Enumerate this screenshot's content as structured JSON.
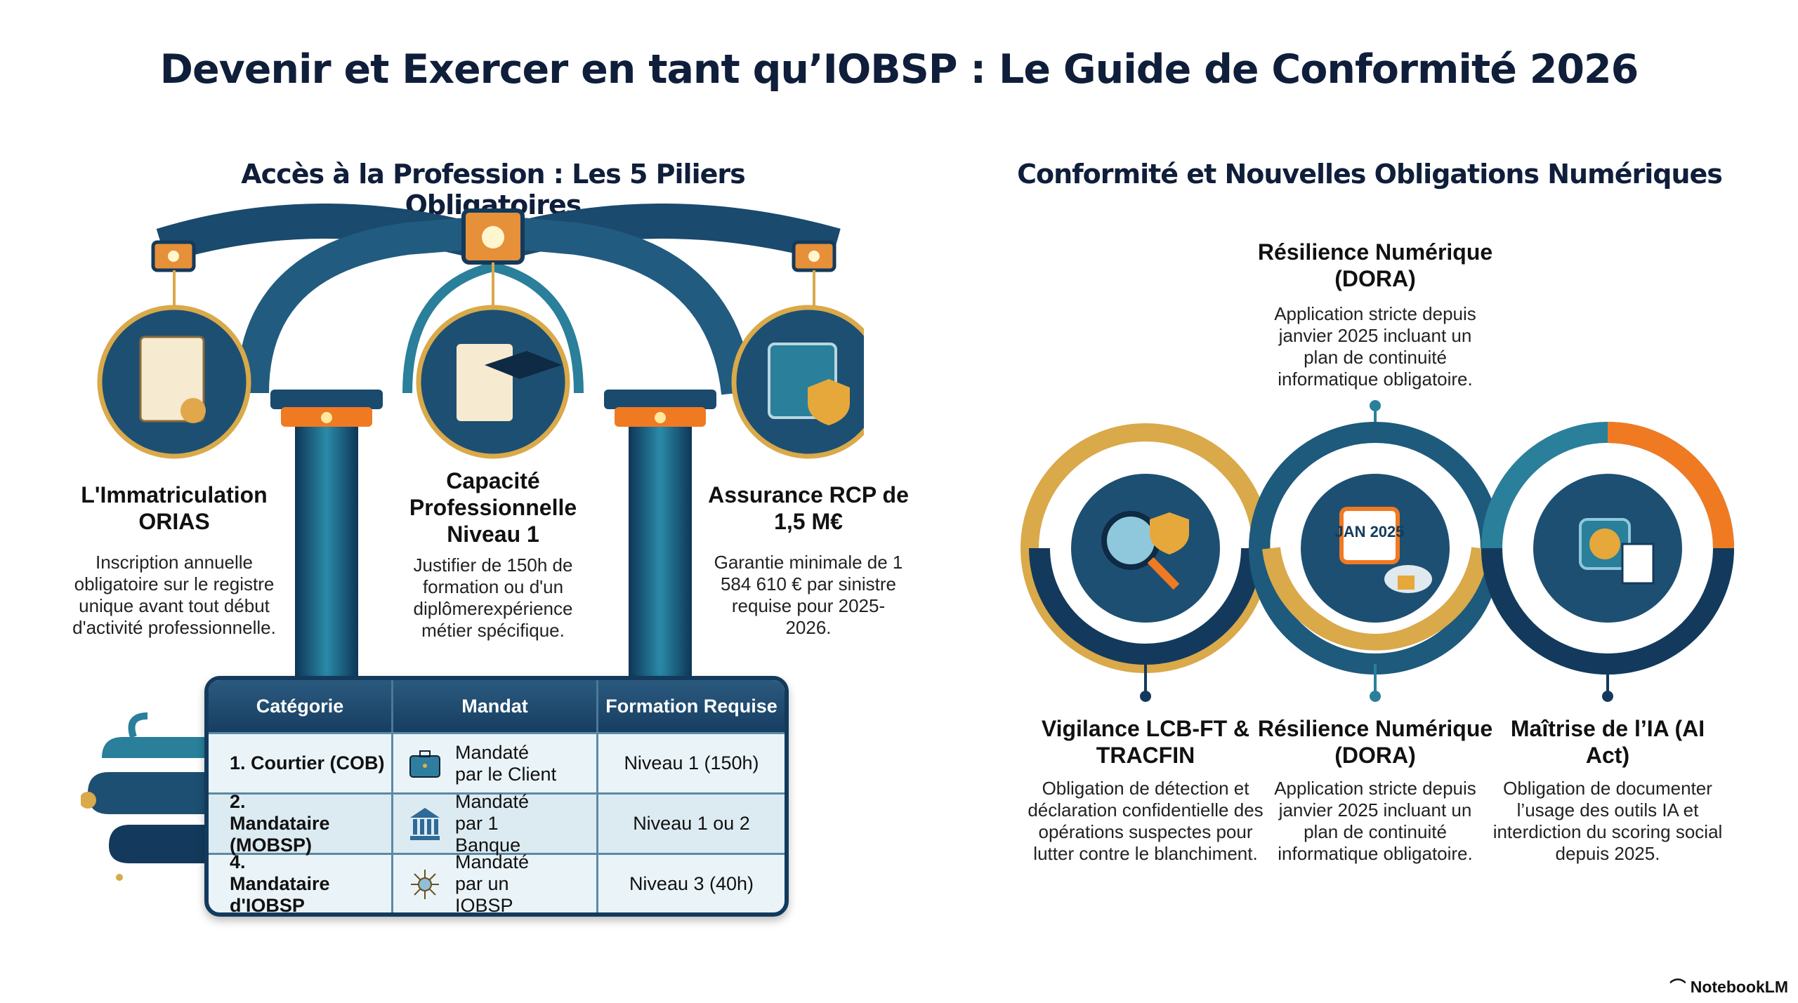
{
  "title": "Devenir et Exercer en tant qu’IOBSP : Le Guide de Conformité 2026",
  "left": {
    "subtitle": "Accès à la Profession : Les 5 Piliers Obligatoires",
    "pillars": [
      {
        "icon": "certificate-icon",
        "title": "L'Immatriculation ORIAS",
        "desc": "Inscription annuelle obligatoire sur le registre unique avant tout début d'activité professionnelle."
      },
      {
        "icon": "diploma-icon",
        "title": "Capacité Professionnelle Niveau 1",
        "desc": "Justifier de 150h de formation ou d'un diplômerexpérience métier spécifique."
      },
      {
        "icon": "safe-shield-icon",
        "title": "Assurance RCP de 1,5 M€",
        "desc": "Garantie minimale de 1 584 610 € par sinistre requise pour 2025-2026."
      }
    ],
    "table": {
      "headers": [
        "Catégorie",
        "Mandat",
        "Formation Requise"
      ],
      "rows": [
        {
          "category": "1. Courtier (COB)",
          "icon": "briefcase-icon",
          "mandat": "Mandaté par le Client",
          "formation": "Niveau 1 (150h)"
        },
        {
          "category": "2. Mandataire (MOBSP)",
          "icon": "bank-icon",
          "mandat": "Mandaté par 1 Banque",
          "formation": "Niveau 1 ou 2"
        },
        {
          "category": "4. Mandataire d'IOBSP",
          "icon": "network-icon",
          "mandat": "Mandaté par un IOBSP",
          "formation": "Niveau 3 (40h)"
        }
      ]
    }
  },
  "right": {
    "subtitle": "Conformité et Nouvelles Obligations Numériques",
    "top": {
      "title": "Résilience Numérique (DORA)",
      "desc": "Application stricte depuis janvier 2025 incluant un plan de continuité informatique obligatoire."
    },
    "items": [
      {
        "icon": "magnifier-shield-icon",
        "title": "Vigilance LCB-FT & TRACFIN",
        "desc": "Obligation de détection et déclaration confidentielle des opérations suspectes pour lutter contre le blanchiment."
      },
      {
        "icon": "calendar-cloud-lock-icon",
        "icon_text": "JAN 2025",
        "title": "Résilience Numérique (DORA)",
        "desc": "Application stricte depuis janvier 2025 incluant un plan de continuité informatique obligatoire."
      },
      {
        "icon": "ai-brain-chip-icon",
        "title": "Maîtrise de l’IA (AI Act)",
        "desc": "Obligation de documenter l’usage des outils IA et interdiction du scoring social depuis 2025."
      }
    ]
  },
  "brand": "NotebookLM",
  "colors": {
    "navy": "#133a5c",
    "teal": "#2a7f9a",
    "gold": "#d9a94a",
    "orange": "#f07a22"
  }
}
